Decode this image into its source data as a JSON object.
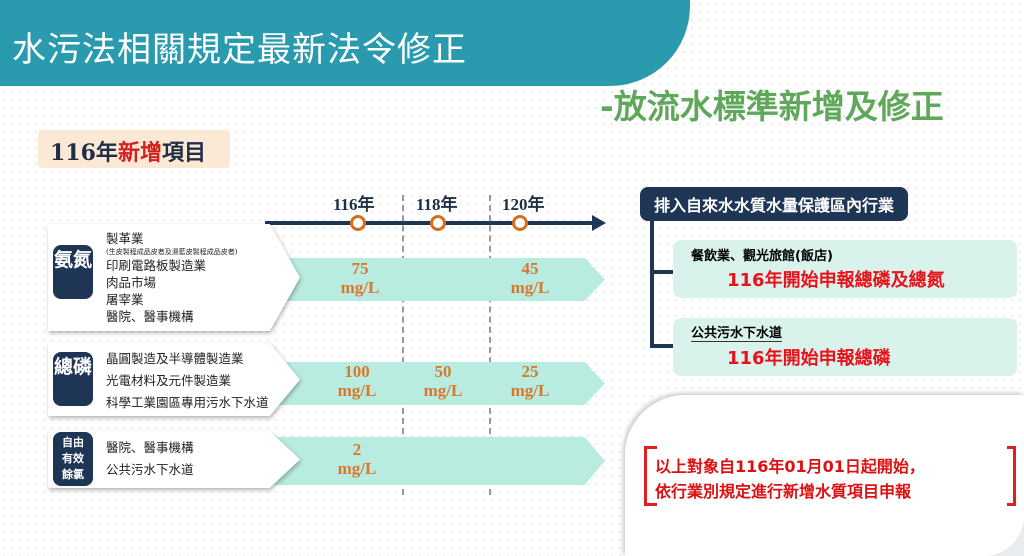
{
  "title": "水污法相關規定最新法令修正",
  "subtitle": "-放流水標準新增及修正",
  "new_tag": {
    "year": "116年",
    "highlight": "新增",
    "rest": "項目"
  },
  "timeline": {
    "years": [
      "116年",
      "118年",
      "120年"
    ]
  },
  "rows": [
    {
      "badge": "氨氮",
      "items": [
        "製革業",
        "(生皮製程成品皮者及濕藍皮製程成品皮者)",
        "印刷電路板製造業",
        "肉品市場",
        "屠宰業",
        "醫院、醫事機構"
      ],
      "values": [
        {
          "num": "75",
          "unit": "mg/L"
        },
        {
          "num": "",
          "unit": ""
        },
        {
          "num": "45",
          "unit": "mg/L"
        }
      ]
    },
    {
      "badge": "總磷",
      "items": [
        "晶圓製造及半導體製造業",
        "光電材料及元件製造業",
        "科學工業園區專用污水下水道"
      ],
      "values": [
        {
          "num": "100",
          "unit": "mg/L"
        },
        {
          "num": "50",
          "unit": "mg/L"
        },
        {
          "num": "25",
          "unit": "mg/L"
        }
      ]
    },
    {
      "badge": "自由有效餘氯",
      "badge_lines": [
        "自由",
        "有效",
        "餘氯"
      ],
      "items": [
        "醫院、醫事機構",
        "公共污水下水道"
      ],
      "values": [
        {
          "num": "2",
          "unit": "mg/L"
        }
      ]
    }
  ],
  "right": {
    "header": "排入自來水水質水量保護區內行業",
    "boxes": [
      {
        "label": "餐飲業、觀光旅館(飯店)",
        "note": "116年開始申報總磷及總氮"
      },
      {
        "label": "公共污水下水道",
        "note": "116年開始申報總磷"
      }
    ],
    "notice": [
      "以上對象自116年01月01日起開始，",
      "依行業別規定進行新增水質項目申報"
    ]
  },
  "colors": {
    "banner": "#2a9aaf",
    "navy": "#1f3555",
    "orange": "#d9782b",
    "red": "#e8121b",
    "green": "#5fa85a"
  }
}
